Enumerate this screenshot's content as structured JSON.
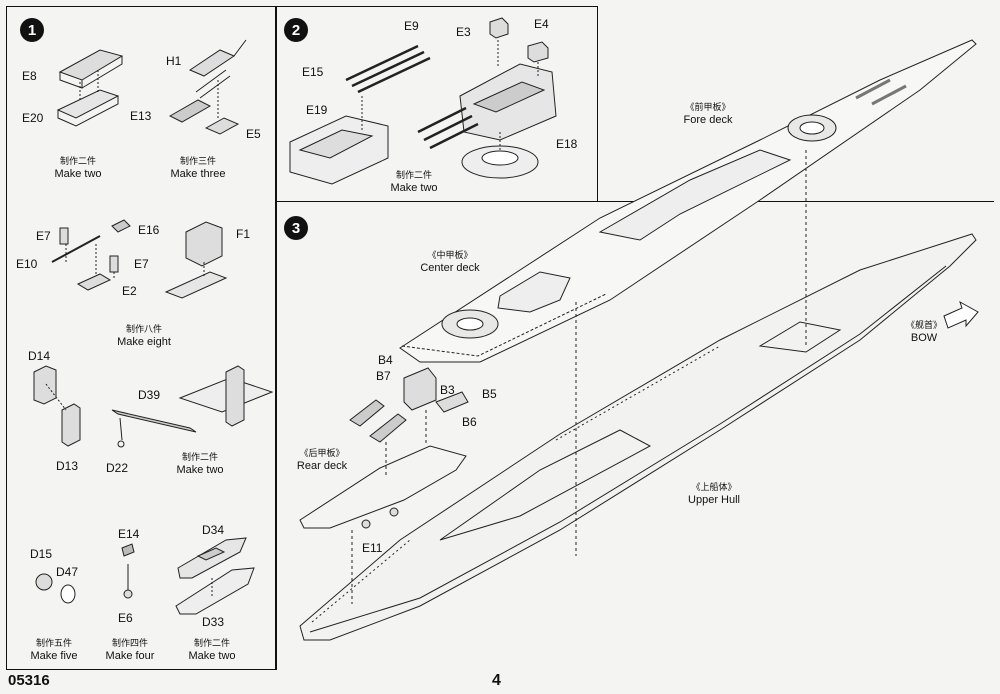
{
  "footer": {
    "kit_code": "05316",
    "page_number": "4"
  },
  "steps": {
    "s1": {
      "number": "1"
    },
    "s2": {
      "number": "2"
    },
    "s3": {
      "number": "3"
    }
  },
  "captions": {
    "c1": {
      "cn": "制作二件",
      "en": "Make two"
    },
    "c2": {
      "cn": "制作三件",
      "en": "Make three"
    },
    "c3": {
      "cn": "制作八件",
      "en": "Make eight"
    },
    "c4": {
      "cn": "制作二件",
      "en": "Make two"
    },
    "c5": {
      "cn": "制作五件",
      "en": "Make five"
    },
    "c6": {
      "cn": "制作四件",
      "en": "Make four"
    },
    "c7": {
      "cn": "制作二件",
      "en": "Make two"
    },
    "c8": {
      "cn": "制作二件",
      "en": "Make two"
    }
  },
  "parts": {
    "E8": "E8",
    "E20": "E20",
    "H1": "H1",
    "E13": "E13",
    "E5": "E5",
    "E7a": "E7",
    "E16": "E16",
    "F1": "F1",
    "E10": "E10",
    "E7b": "E7",
    "E2": "E2",
    "D14": "D14",
    "D39": "D39",
    "D13": "D13",
    "D22": "D22",
    "D15": "D15",
    "D47": "D47",
    "E14": "E14",
    "E6": "E6",
    "D34": "D34",
    "D33": "D33",
    "E15": "E15",
    "E9": "E9",
    "E3": "E3",
    "E4": "E4",
    "E19": "E19",
    "E18": "E18",
    "B4": "B4",
    "B7": "B7",
    "B3": "B3",
    "B5": "B5",
    "B6": "B6",
    "E11": "E11"
  },
  "assembly_labels": {
    "fore_deck": {
      "cn": "《前甲板》",
      "en": "Fore deck"
    },
    "center_deck": {
      "cn": "《中甲板》",
      "en": "Center deck"
    },
    "rear_deck": {
      "cn": "《后甲板》",
      "en": "Rear deck"
    },
    "upper_hull": {
      "cn": "《上船体》",
      "en": "Upper Hull"
    },
    "bow": {
      "cn": "《舰首》",
      "en": "BOW"
    }
  }
}
